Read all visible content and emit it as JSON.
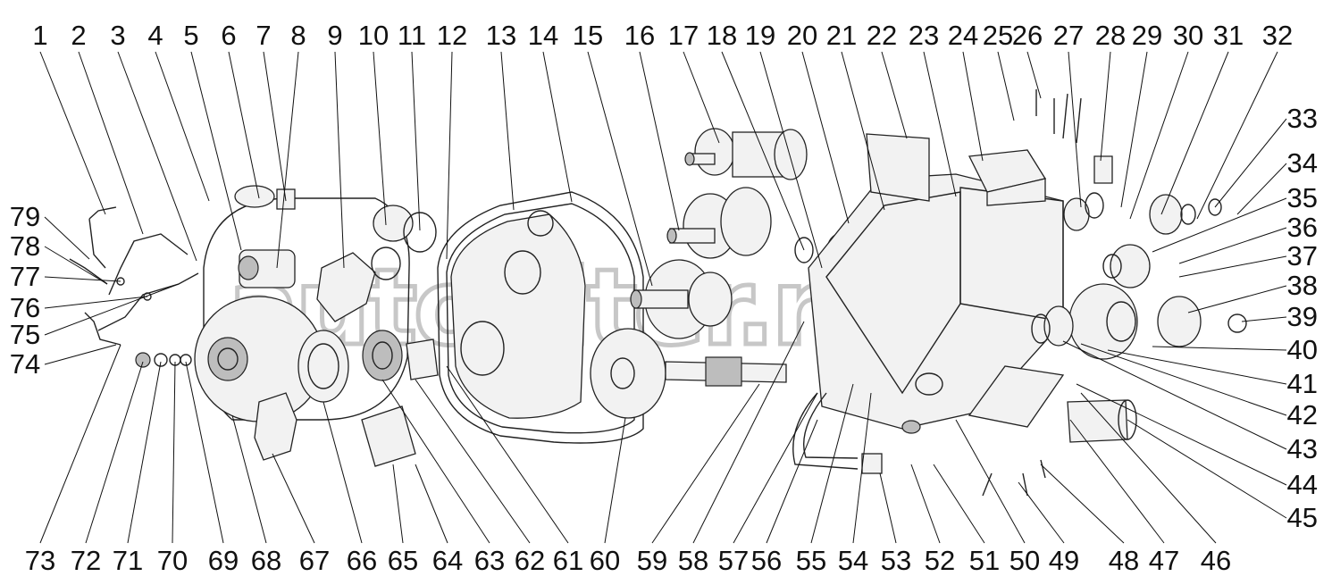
{
  "diagram": {
    "watermark_text": "autopiter.ru",
    "colors": {
      "line": "#222222",
      "background": "#ffffff",
      "watermark": "#9a9a9a"
    },
    "top_labels": [
      "1",
      "2",
      "3",
      "4",
      "5",
      "6",
      "7",
      "8",
      "9",
      "10",
      "11",
      "12",
      "13",
      "14",
      "15",
      "16",
      "17",
      "18",
      "19",
      "20",
      "21",
      "22",
      "23",
      "24",
      "25",
      "26",
      "27",
      "28",
      "29",
      "30",
      "31",
      "32"
    ],
    "right_labels": [
      "33",
      "34",
      "35",
      "36",
      "37",
      "38",
      "39",
      "40",
      "41",
      "42",
      "43",
      "44",
      "45"
    ],
    "bottom_labels": [
      "73",
      "72",
      "71",
      "70",
      "69",
      "68",
      "67",
      "66",
      "65",
      "64",
      "63",
      "62",
      "61",
      "60",
      "59",
      "58",
      "57",
      "56",
      "55",
      "54",
      "53",
      "52",
      "51",
      "50",
      "49",
      "48",
      "47",
      "46"
    ],
    "left_labels": [
      "79",
      "78",
      "77",
      "76",
      "75",
      "74"
    ]
  }
}
